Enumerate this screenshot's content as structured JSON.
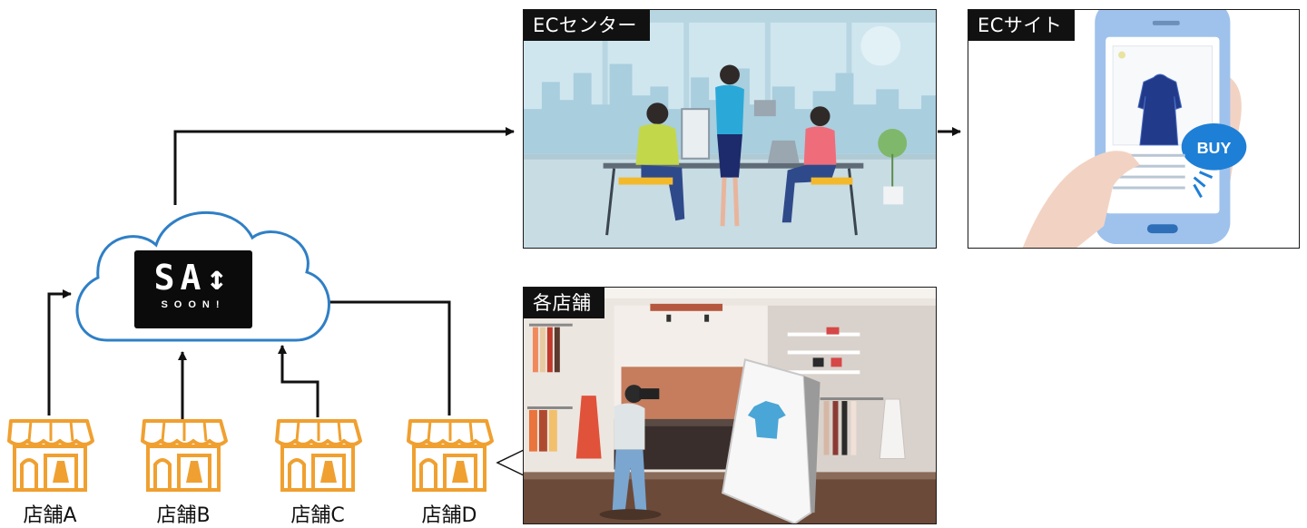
{
  "panels": {
    "ec_center": {
      "label": "ECセンター"
    },
    "ec_site": {
      "label": "ECサイト",
      "buy_label": "BUY"
    },
    "stores": {
      "label": "各店舗"
    }
  },
  "cloud": {
    "logo_main": "SA↕",
    "logo_sub": "SOON!"
  },
  "store_nodes": [
    {
      "label": "店舗A"
    },
    {
      "label": "店舗B"
    },
    {
      "label": "店舗C"
    },
    {
      "label": "店舗D"
    }
  ],
  "colors": {
    "store_icon": "#f0a030",
    "cloud_stroke": "#2f7fc6",
    "arrow": "#111111",
    "buy_badge": "#1e7fd6"
  }
}
